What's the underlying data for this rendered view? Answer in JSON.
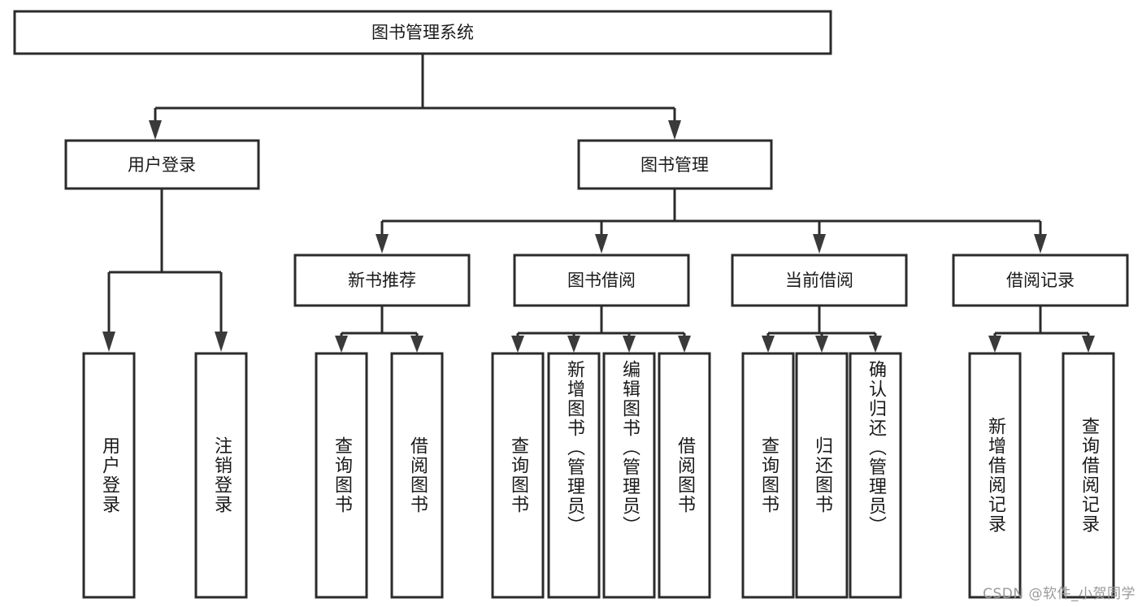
{
  "diagram": {
    "title": "图书管理系统",
    "type": "tree-hierarchy",
    "watermark": "CSDN @软件_小贺同学",
    "colors": {
      "background": "#ffffff",
      "stroke": "#2b2b2b",
      "arrow": "#3a3a3a",
      "text": "#1a1a1a",
      "watermark": "#9a9a9a"
    },
    "root": {
      "label": "图书管理系统"
    },
    "level1": [
      {
        "label": "用户登录"
      },
      {
        "label": "图书管理"
      }
    ],
    "level2": [
      {
        "label": "新书推荐"
      },
      {
        "label": "图书借阅"
      },
      {
        "label": "当前借阅"
      },
      {
        "label": "借阅记录"
      }
    ],
    "leaves": {
      "user_login": [
        {
          "label": "用户登录"
        },
        {
          "label": "注销登录"
        }
      ],
      "new_book_recommend": [
        {
          "label": "查询图书"
        },
        {
          "label": "借阅图书"
        }
      ],
      "book_borrow": [
        {
          "label": "查询图书"
        },
        {
          "label": "新增图书（管理员）"
        },
        {
          "label": "编辑图书（管理员）"
        },
        {
          "label": "借阅图书"
        }
      ],
      "current_borrow": [
        {
          "label": "查询图书"
        },
        {
          "label": "归还图书"
        },
        {
          "label": "确认归还（管理员）"
        }
      ],
      "borrow_record": [
        {
          "label": "新增借阅记录"
        },
        {
          "label": "查询借阅记录"
        }
      ]
    }
  }
}
